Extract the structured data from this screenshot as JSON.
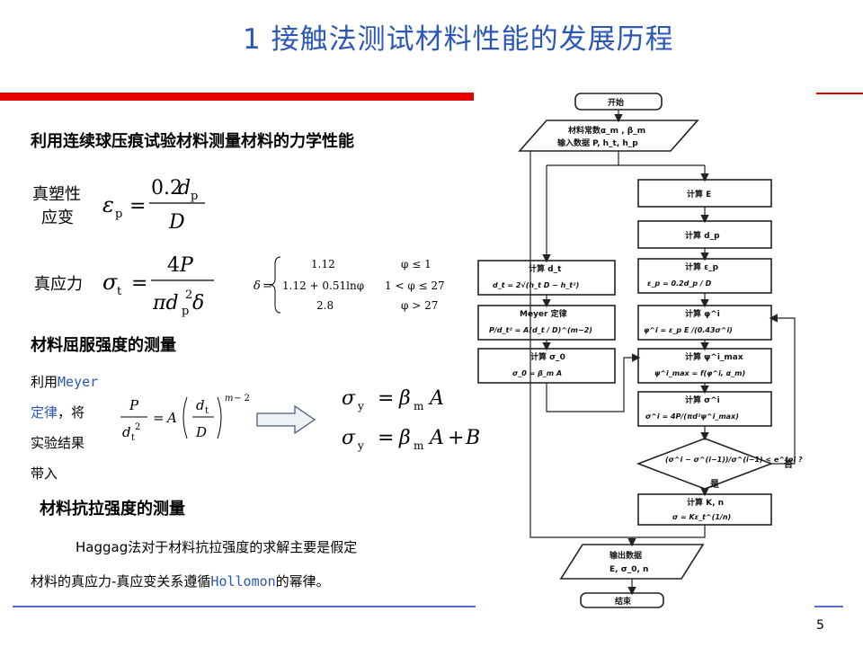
{
  "slide": {
    "title": "1 接触法测试材料性能的发展历程",
    "page_number": "5"
  },
  "left": {
    "heading1": "利用连续球压痕试验材料测量材料的力学性能",
    "true_strain_label_1": "真塑性",
    "true_strain_label_2": "应变",
    "true_stress_label": "真应力",
    "yield_heading": "材料屈服强度的测量",
    "meyer_line1_a": "利用",
    "meyer_line1_b": "Meyer",
    "meyer_line2_a": "定律",
    "meyer_line2_b": "，将",
    "meyer_line3": "实验结果",
    "meyer_line4": "带入",
    "tensile_heading": "材料抗拉强度的测量",
    "para_line1": "Haggag法对于材料抗拉强度的求解主要是假定",
    "para_line2_a": "材料的真应力-真应变关系遵循",
    "para_line2_b": "Hollomon",
    "para_line2_c": "的幂律。",
    "delta_cases": [
      {
        "value": "1.12",
        "condition": "φ ≤ 1"
      },
      {
        "value": "1.12 + 0.51lnφ",
        "condition": "1 < φ ≤ 27"
      },
      {
        "value": "2.8",
        "condition": "φ > 27"
      }
    ]
  },
  "flowchart": {
    "start": "开始",
    "input_1": "材料常数α_m , β_m",
    "input_2": "输入数据 P, h_t, h_p",
    "calc_E": "计算 E",
    "calc_dp": "计算 d_p",
    "calc_dt": "计算 d_t",
    "calc_ep": "计算 ε_p",
    "meyer": "Meyer 定律",
    "calc_phi": "计算 φ^i",
    "calc_s0": "计算 σ_0",
    "calc_psi": "计算 ψ^i_max",
    "calc_sigma": "计算 σ^i",
    "no": "否",
    "yes": "是",
    "calc_Kn": "计算 K, n",
    "output_1": "输出数据",
    "output_2": "E, σ_0, n",
    "end": "结束"
  },
  "colors": {
    "title": "#2a57b8",
    "red_bar": "#e60000",
    "blue_rule": "#4f6fc4"
  }
}
